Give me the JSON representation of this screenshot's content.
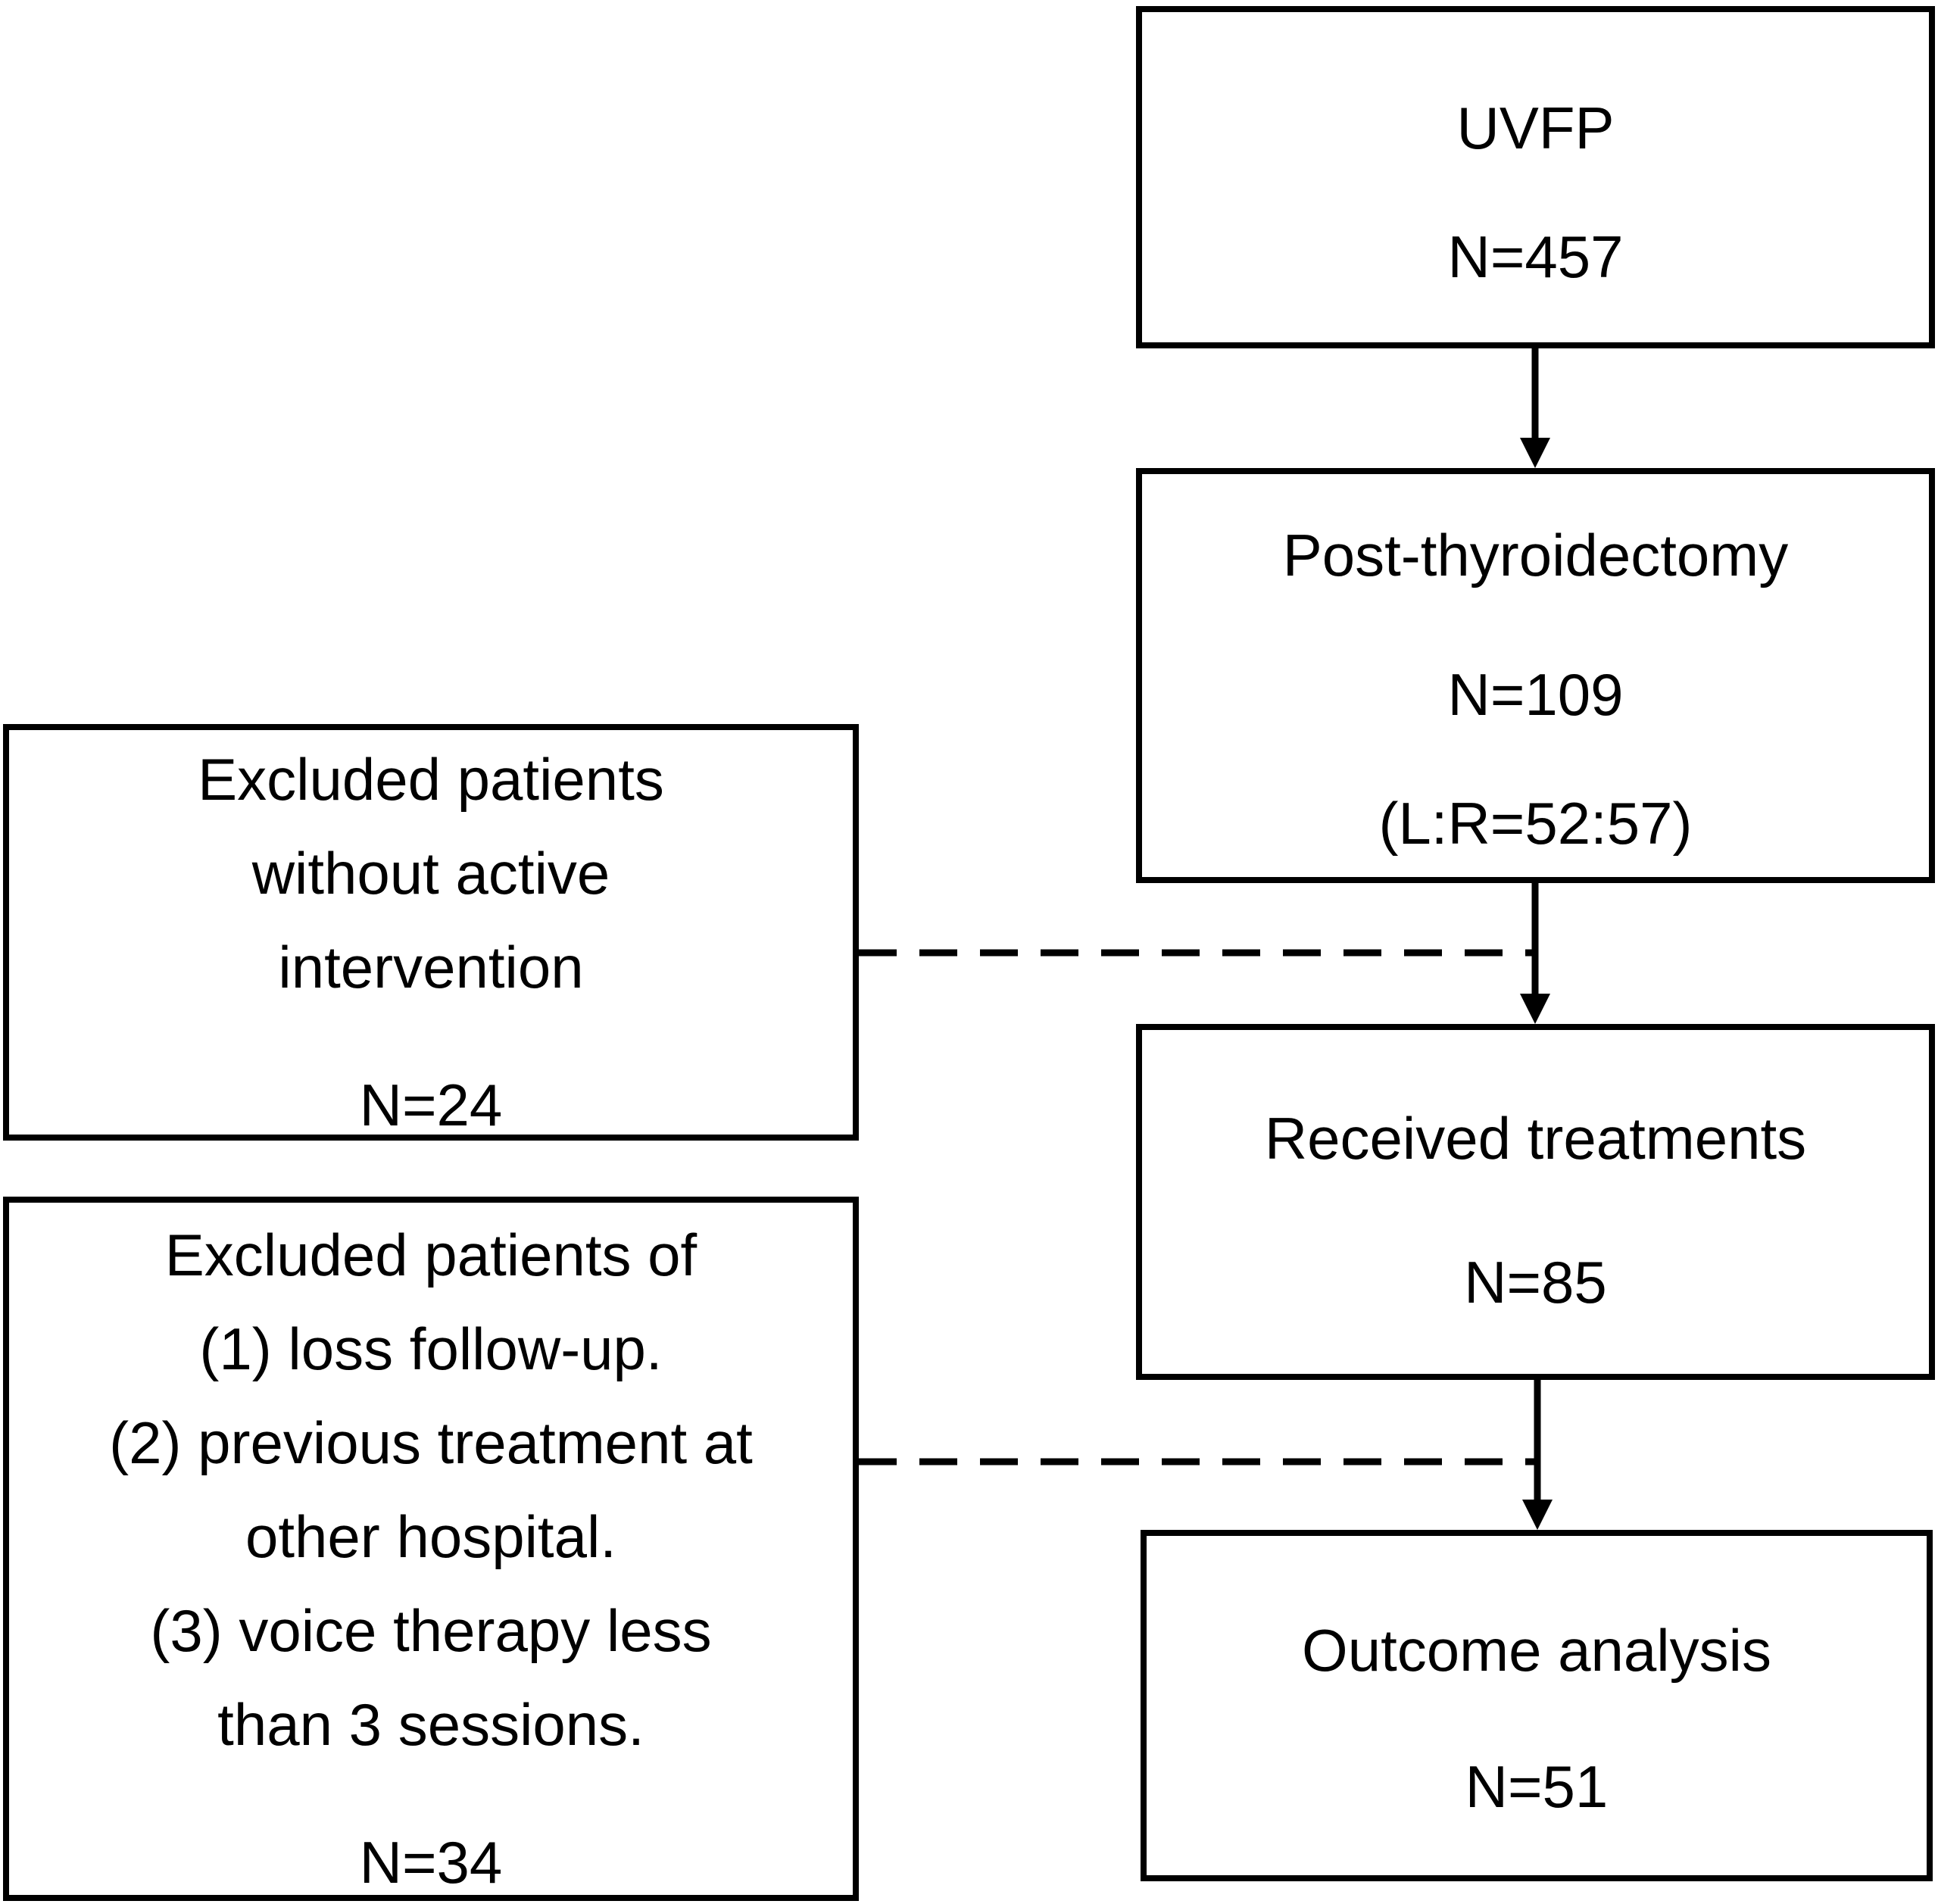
{
  "flowchart": {
    "uvfp": {
      "title": "UVFP",
      "count": "N=457"
    },
    "post_thyroidectomy": {
      "title": "Post-thyroidectomy",
      "count": "N=109",
      "ratio": "(L:R=52:57)"
    },
    "received_treatments": {
      "title": "Received treatments",
      "count": "N=85"
    },
    "outcome_analysis": {
      "title": "Outcome analysis",
      "count": "N=51"
    },
    "excluded_no_intervention": {
      "lines": [
        "Excluded patients",
        "without active",
        "intervention"
      ],
      "count": "N=24"
    },
    "excluded_other": {
      "lines": [
        "Excluded patients of",
        "(1) loss follow-up.",
        "(2) previous treatment at",
        "other hospital.",
        "(3) voice therapy less",
        "than 3 sessions."
      ],
      "count": "N=34"
    }
  }
}
